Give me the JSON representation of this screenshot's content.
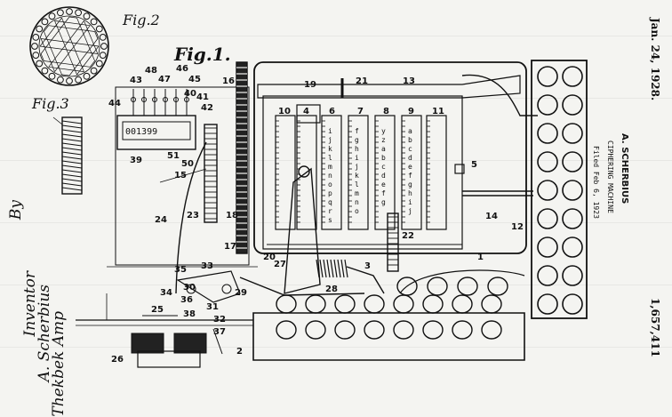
{
  "header": {
    "date": "Jan. 24, 1928.",
    "inventor_name": "A. SCHERBIUS",
    "title": "CIPHERING MACHINE",
    "filed": "Filed Feb 6, 1923",
    "patent_number": "1,657,411"
  },
  "figures": {
    "fig1": "Fig.1.",
    "fig2": "Fig.2",
    "fig3": "Fig.3"
  },
  "counter_display": "001399",
  "wheel_letters": {
    "wheel_a": [
      "i",
      "j",
      "k",
      "l",
      "m",
      "n",
      "o",
      "p",
      "q",
      "r",
      "s"
    ],
    "wheel_b": [
      "f",
      "g",
      "h",
      "i",
      "j",
      "k",
      "l",
      "m",
      "n",
      "o"
    ],
    "wheel_c": [
      "y",
      "z",
      "a",
      "b",
      "c",
      "d",
      "e",
      "f",
      "g"
    ],
    "wheel_d": [
      "a",
      "b",
      "c",
      "d",
      "e",
      "f",
      "g",
      "h",
      "i",
      "j"
    ]
  },
  "signature": {
    "by_top": "By",
    "line1": "Inventor",
    "line2": "A. Scherbius",
    "line3": "Thekbek Amp"
  },
  "refs": {
    "r1": "1",
    "r2": "2",
    "r3": "3",
    "r4": "4",
    "r5": "5",
    "r6": "6",
    "r7": "7",
    "r8": "8",
    "r9": "9",
    "r10": "10",
    "r11": "11",
    "r12": "12",
    "r13": "13",
    "r14": "14",
    "r15": "15",
    "r16": "16",
    "r17": "17",
    "r18": "18",
    "r19": "19",
    "r20": "20",
    "r21": "21",
    "r22": "22",
    "r23": "23",
    "r24": "24",
    "r25": "25",
    "r26": "26",
    "r27": "27",
    "r28": "28",
    "r29": "29",
    "r30": "30",
    "r31": "31",
    "r32": "32",
    "r33": "33",
    "r34": "34",
    "r35": "35",
    "r36": "36",
    "r37": "37",
    "r38": "38",
    "r39": "39",
    "r40": "40",
    "r41": "41",
    "r42": "42",
    "r43": "43",
    "r44": "44",
    "r45": "45",
    "r46": "46",
    "r47": "47",
    "r48": "48",
    "r50": "50",
    "r51": "51"
  }
}
